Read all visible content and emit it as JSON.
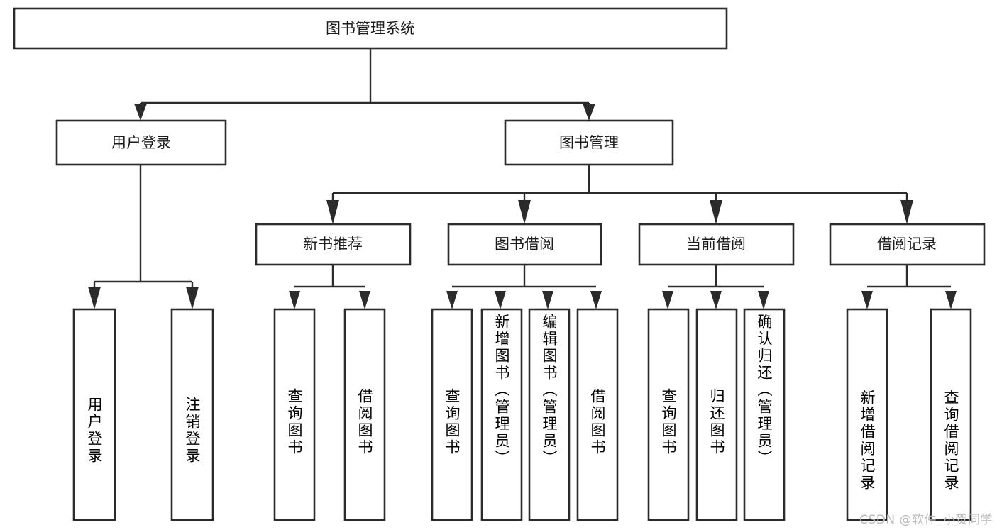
{
  "diagram": {
    "type": "tree-hierarchy-chart",
    "title": "图书管理系统",
    "orientation": "top-down",
    "colors": {
      "stroke": "#2b2b2b",
      "fill": "#ffffff",
      "text": "#1c1c1c",
      "watermark": "#b9b9b9"
    },
    "root": {
      "id": "root",
      "label": "图书管理系统",
      "text_direction": "horizontal"
    },
    "level2": [
      {
        "id": "user-login",
        "label": "用户登录",
        "text_direction": "horizontal"
      },
      {
        "id": "book-manage",
        "label": "图书管理",
        "text_direction": "horizontal"
      }
    ],
    "level3": [
      {
        "id": "new-book-recommend",
        "label": "新书推荐",
        "text_direction": "horizontal",
        "parent": "book-manage"
      },
      {
        "id": "book-borrow",
        "label": "图书借阅",
        "text_direction": "horizontal",
        "parent": "book-manage"
      },
      {
        "id": "current-borrow",
        "label": "当前借阅",
        "text_direction": "horizontal",
        "parent": "book-manage"
      },
      {
        "id": "borrow-record",
        "label": "借阅记录",
        "text_direction": "horizontal",
        "parent": "book-manage"
      }
    ],
    "leaves": [
      {
        "id": "leaf-user-login",
        "label": "用户登录",
        "parent": "user-login",
        "text_direction": "vertical"
      },
      {
        "id": "leaf-logout-login",
        "label": "注销登录",
        "parent": "user-login",
        "text_direction": "vertical"
      },
      {
        "id": "leaf-query-book-1",
        "label": "查询图书",
        "parent": "new-book-recommend",
        "text_direction": "vertical"
      },
      {
        "id": "leaf-borrow-book-1",
        "label": "借阅图书",
        "parent": "new-book-recommend",
        "text_direction": "vertical"
      },
      {
        "id": "leaf-query-book-2",
        "label": "查询图书",
        "parent": "book-borrow",
        "text_direction": "vertical"
      },
      {
        "id": "leaf-add-book",
        "label": "新增图书（管理员）",
        "parent": "book-borrow",
        "text_direction": "vertical"
      },
      {
        "id": "leaf-edit-book",
        "label": "编辑图书（管理员）",
        "parent": "book-borrow",
        "text_direction": "vertical"
      },
      {
        "id": "leaf-borrow-book-2",
        "label": "借阅图书",
        "parent": "book-borrow",
        "text_direction": "vertical"
      },
      {
        "id": "leaf-query-book-3",
        "label": "查询图书",
        "parent": "current-borrow",
        "text_direction": "vertical"
      },
      {
        "id": "leaf-return-book",
        "label": "归还图书",
        "parent": "current-borrow",
        "text_direction": "vertical"
      },
      {
        "id": "leaf-confirm-return",
        "label": "确认归还（管理员）",
        "parent": "current-borrow",
        "text_direction": "vertical"
      },
      {
        "id": "leaf-add-record",
        "label": "新增借阅记录",
        "parent": "borrow-record",
        "text_direction": "vertical"
      },
      {
        "id": "leaf-query-record",
        "label": "查询借阅记录",
        "parent": "borrow-record",
        "text_direction": "vertical"
      }
    ]
  },
  "watermark": {
    "text": "CSDN @软件_小贺同学"
  }
}
